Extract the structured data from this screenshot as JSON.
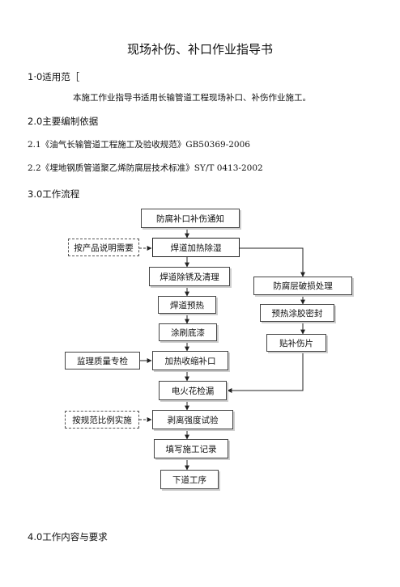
{
  "doc": {
    "title": "现场补伤、补口作业指导书",
    "sec1_heading": "1·0适用范［",
    "sec1_body": "本施工作业指导书适用长输管道工程现场补口、补伤作业施工。",
    "sec2_heading": "2.0主要编制依据",
    "ref1": "2.1《油气长输管道工程施工及验收规范》GB50369-2006",
    "ref2": "2.2《埋地钢质管道聚乙烯防腐层技术标准》SY/T 0413-2002",
    "sec3_heading": "3.0工作流程",
    "sec4_heading": "4.0工作内容与要求"
  },
  "flow": {
    "notify": "防腐补口补伤通知",
    "heat_dehumid": "焊道加热除湿",
    "rust_clean": "焊道除锈及清理",
    "preheat": "焊道预热",
    "primer": "涂刷底漆",
    "heat_shrink": "加热收缩补口",
    "spark_test": "电火花检漏",
    "peel_test": "剥离强度试验",
    "record": "填写施工记录",
    "next": "下道工序",
    "product_note": "按产品说明需要",
    "supervisor": "监理质量专检",
    "sample_ratio": "按规范比例实施",
    "damage": "防腐层破损处理",
    "preheat_seal": "预热涂胶密封",
    "patch": "贴补伤片"
  }
}
